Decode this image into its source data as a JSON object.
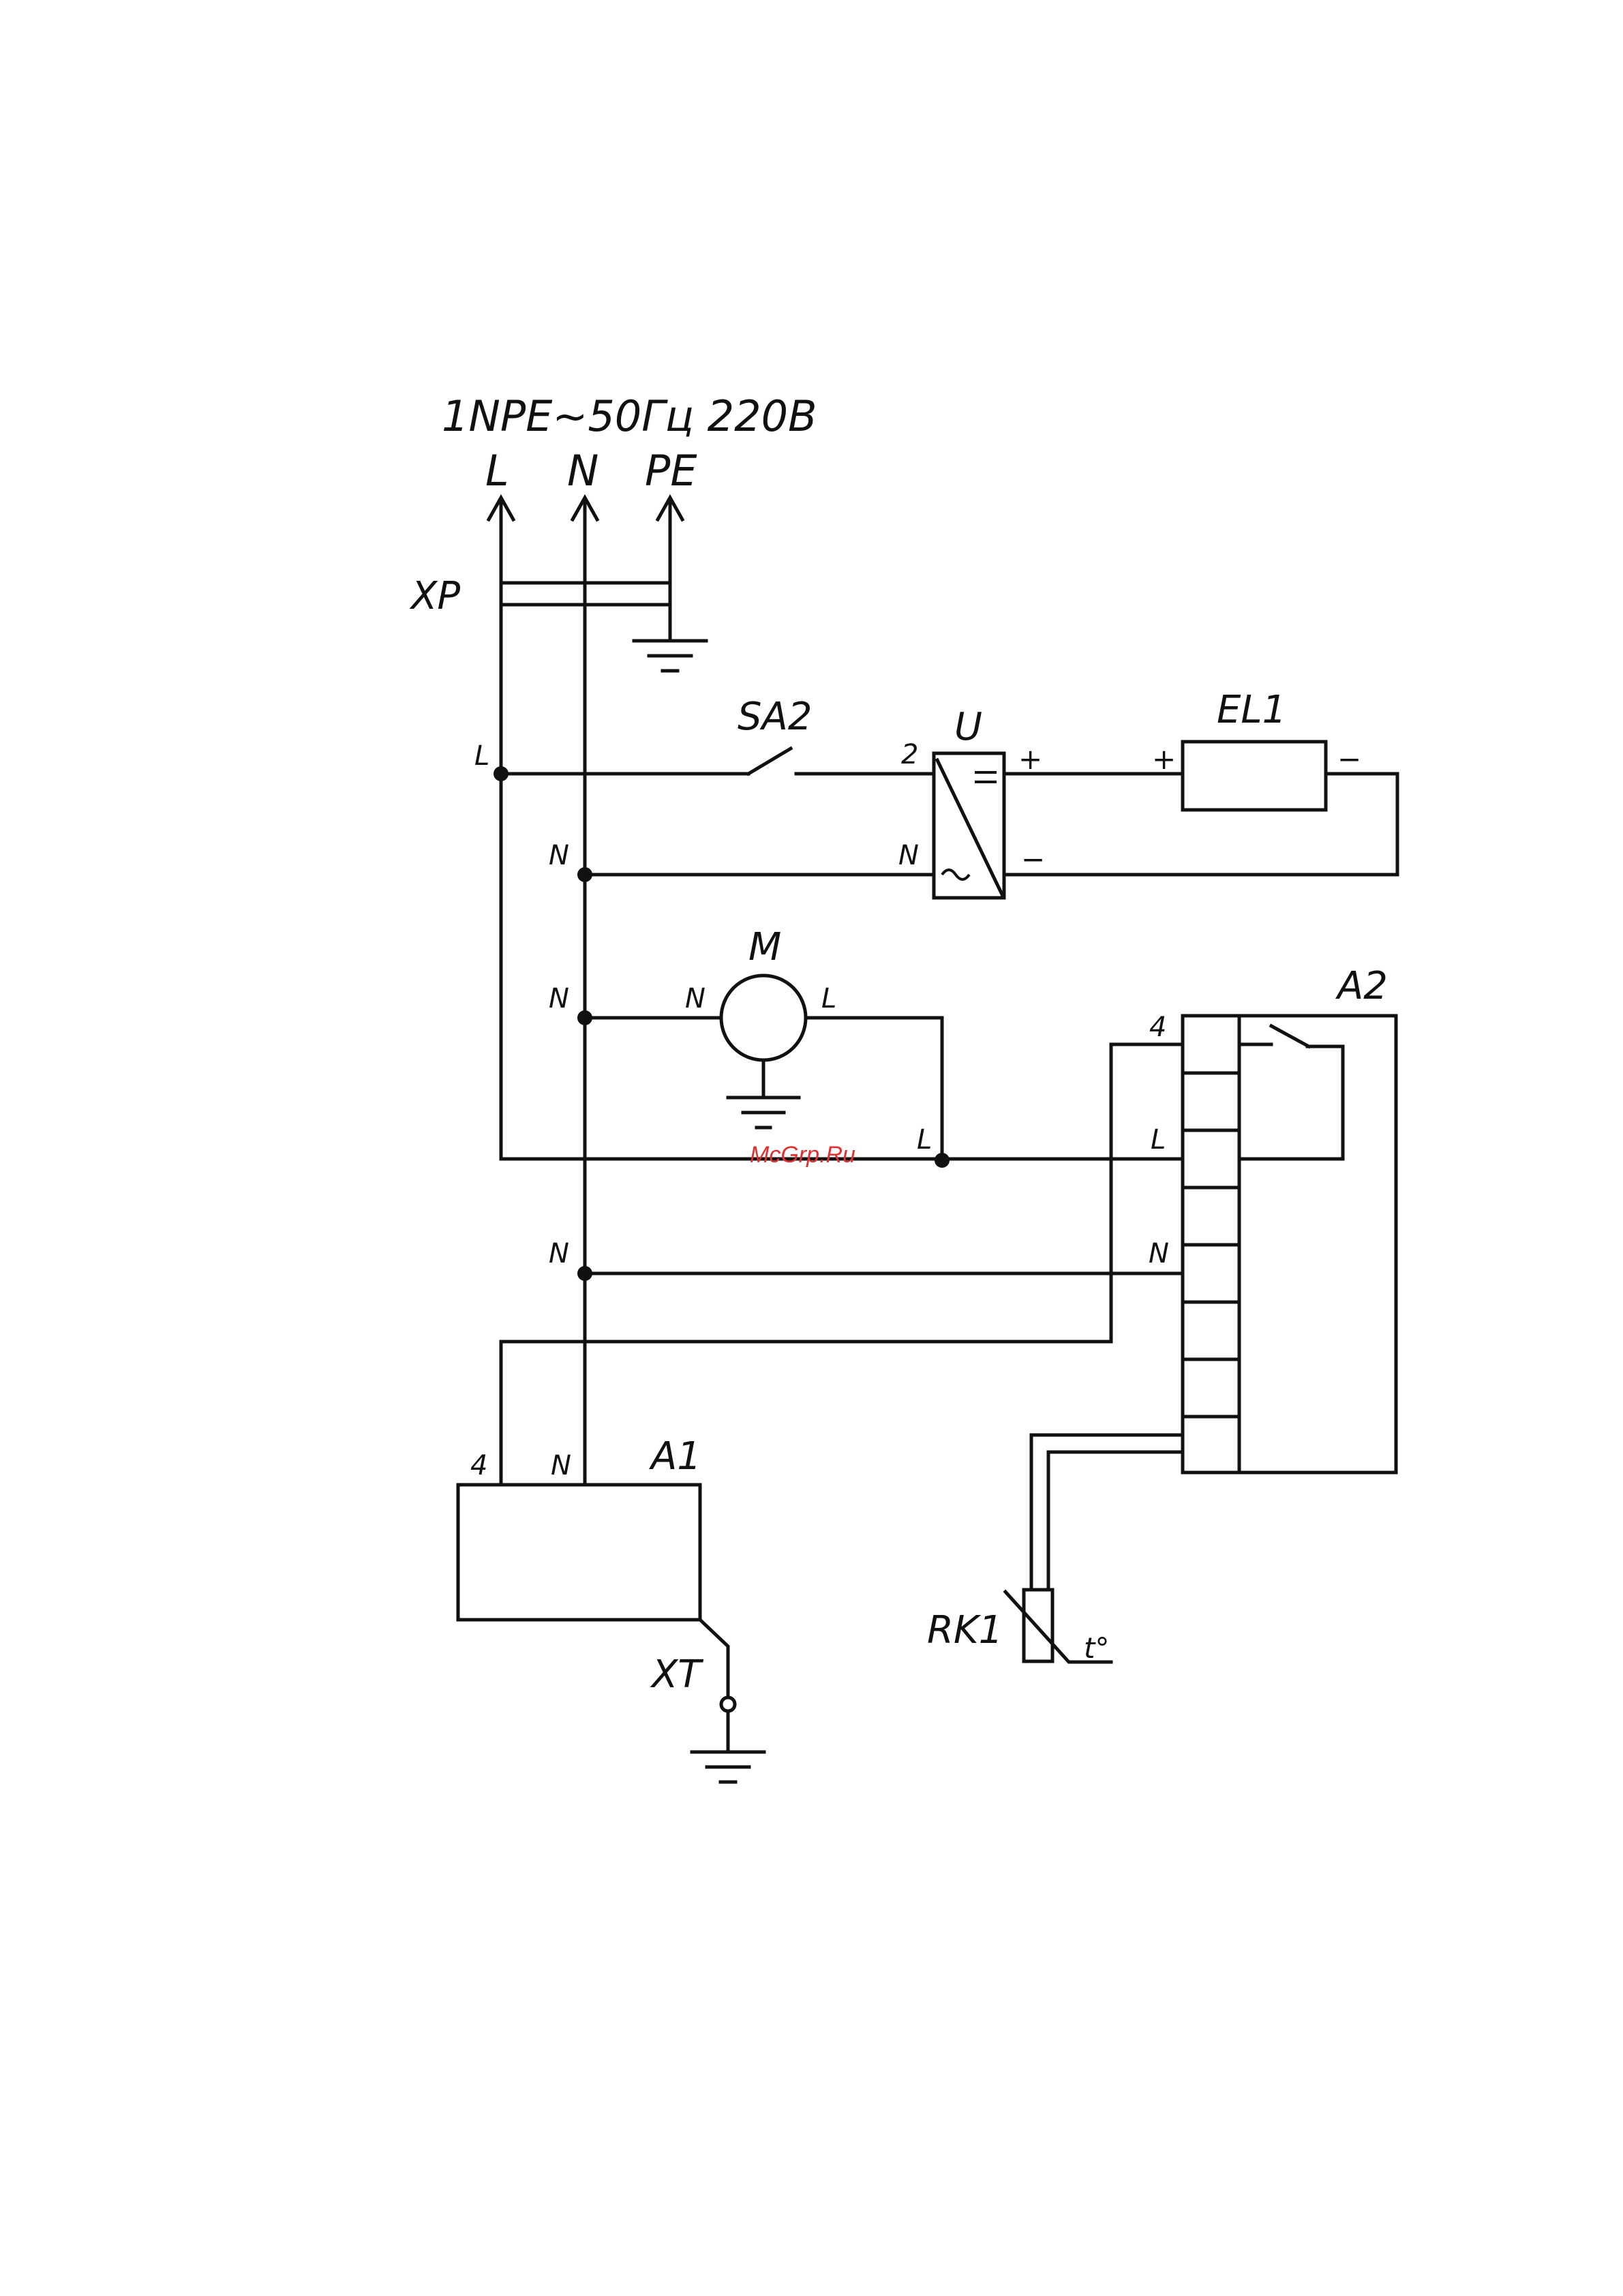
{
  "supply": {
    "spec": "1NPE~50Гц 220В",
    "l": "L",
    "n": "N",
    "pe": "PE"
  },
  "labels": {
    "xp": "XP",
    "sa2": "SA2",
    "u": "U",
    "el1": "EL1",
    "m": "M",
    "a2": "A2",
    "a1": "A1",
    "xt": "XT",
    "rk1": "RK1",
    "temp": "t°"
  },
  "pins": {
    "l": "L",
    "n": "N",
    "two": "2",
    "four": "4",
    "plus": "+",
    "minus": "−"
  },
  "watermark": "McGrp.Ru"
}
